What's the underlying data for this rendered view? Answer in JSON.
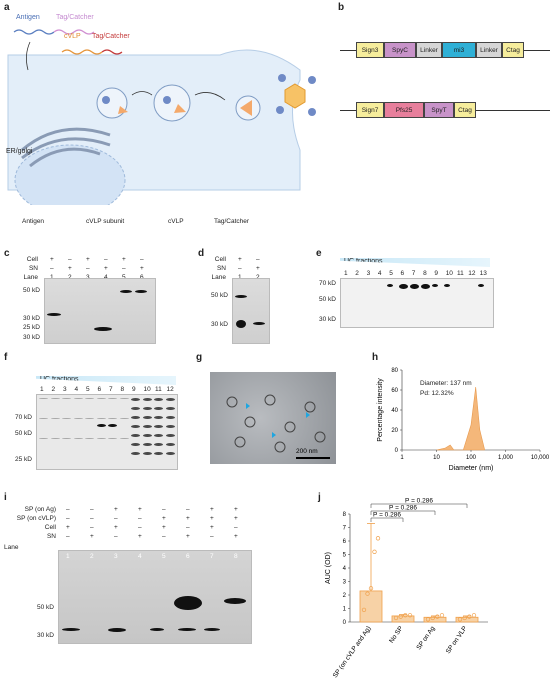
{
  "panels": {
    "a": {
      "label": "a",
      "antigen": "Antigen",
      "tag_catcher_1": "Tag/Catcher",
      "cvlp": "cVLP",
      "tag_catcher_2": "Tag/Catcher",
      "er_golgi": "ER/golgi",
      "legend": [
        "Antigen",
        "cVLP subunit",
        "cVLP",
        "Tag/Catcher"
      ]
    },
    "b": {
      "label": "b",
      "construct1": [
        "Sign3",
        "SpyC",
        "Linker",
        "mi3",
        "Linker",
        "Ctag"
      ],
      "construct2": [
        "Sign7",
        "Pfs25",
        "SpyT",
        "Ctag"
      ]
    },
    "c": {
      "label": "c",
      "cell_label": "Cell",
      "sn_label": "SN",
      "lane_label": "Lane",
      "cell_row": [
        "+",
        "–",
        "+",
        "–",
        "+",
        "–"
      ],
      "sn_row": [
        "–",
        "+",
        "–",
        "+",
        "–",
        "+"
      ],
      "lanes": [
        "1",
        "2",
        "3",
        "4",
        "5",
        "6"
      ],
      "markers": [
        "50 kD",
        "30 kD",
        "25 kD",
        "30 kD"
      ]
    },
    "d": {
      "label": "d",
      "cell_label": "Cell",
      "sn_label": "SN",
      "lane_label": "Lane",
      "cell_row": [
        "+",
        "–"
      ],
      "sn_row": [
        "–",
        "+"
      ],
      "lanes": [
        "1",
        "2"
      ],
      "markers": [
        "50 kD",
        "30 kD"
      ]
    },
    "e": {
      "label": "e",
      "uc_title": "UC fractions",
      "fractions": [
        "1",
        "2",
        "3",
        "4",
        "5",
        "6",
        "7",
        "8",
        "9",
        "10",
        "11",
        "12",
        "13"
      ],
      "markers": [
        "70 kD",
        "50 kD",
        "30 kD"
      ]
    },
    "f": {
      "label": "f",
      "uc_title": "UC fractions",
      "fractions": [
        "1",
        "2",
        "3",
        "4",
        "5",
        "6",
        "7",
        "8",
        "9",
        "10",
        "11",
        "12"
      ],
      "markers": [
        "70 kD",
        "50 kD",
        "25 kD"
      ]
    },
    "g": {
      "label": "g",
      "scale_bar": "200 nm"
    },
    "h": {
      "label": "h",
      "annotation_1": "Diameter: 137 nm",
      "annotation_2": "Pd: 12.32%",
      "ylabel": "Percentage intensity",
      "xlabel": "Diameter (nm)",
      "yticks": [
        "0",
        "20",
        "40",
        "60",
        "80"
      ],
      "xticks": [
        "1",
        "10",
        "100",
        "1,000",
        "10,000"
      ]
    },
    "i": {
      "label": "i",
      "rows": [
        {
          "name": "SP (on Ag)",
          "values": [
            "–",
            "–",
            "+",
            "+",
            "–",
            "–",
            "+",
            "+"
          ]
        },
        {
          "name": "SP (on cVLP)",
          "values": [
            "–",
            "–",
            "–",
            "–",
            "+",
            "+",
            "+",
            "+"
          ]
        },
        {
          "name": "Cell",
          "values": [
            "+",
            "–",
            "+",
            "–",
            "+",
            "–",
            "+",
            "–"
          ]
        },
        {
          "name": "SN",
          "values": [
            "–",
            "+",
            "–",
            "+",
            "–",
            "+",
            "–",
            "+"
          ]
        }
      ],
      "lane_label": "Lane",
      "lanes": [
        "1",
        "2",
        "3",
        "4",
        "5",
        "6",
        "7",
        "8"
      ],
      "markers": [
        "50 kD",
        "30 kD"
      ]
    },
    "j": {
      "label": "j",
      "ylabel": "AUC (OD)",
      "yticks": [
        "0",
        "1",
        "2",
        "3",
        "4",
        "5",
        "6",
        "7",
        "8"
      ],
      "pvalues": [
        "P = 0.286",
        "P = 0.286",
        "P = 0.286"
      ],
      "categories": [
        "SP (on cVLP and Ag)",
        "No SP",
        "SP on Ag",
        "SP on VLP"
      ]
    }
  },
  "chart_data": [
    {
      "type": "area",
      "title": "",
      "xlabel": "Diameter (nm)",
      "ylabel": "Percentage intensity",
      "x_scale": "log",
      "xlim": [
        1,
        10000
      ],
      "ylim": [
        0,
        80
      ],
      "x": [
        10,
        18,
        25,
        32,
        60,
        100,
        137,
        180,
        250
      ],
      "values": [
        0,
        2,
        5,
        0,
        0,
        25,
        63,
        20,
        0
      ],
      "annotations": [
        "Diameter: 137 nm",
        "Pd: 12.32%"
      ]
    },
    {
      "type": "bar",
      "title": "",
      "xlabel": "",
      "ylabel": "AUC (OD)",
      "ylim": [
        0,
        8
      ],
      "categories": [
        "SP (on cVLP and Ag)",
        "No SP",
        "SP on Ag",
        "SP on VLP"
      ],
      "values": [
        2.3,
        0.45,
        0.35,
        0.35
      ],
      "error_high": [
        7.3,
        0.55,
        0.45,
        0.45
      ],
      "points": [
        [
          0.9,
          2.1,
          2.5,
          5.2,
          6.2
        ],
        [
          0.3,
          0.4,
          0.5,
          0.5
        ],
        [
          0.2,
          0.3,
          0.4,
          0.5
        ],
        [
          0.2,
          0.3,
          0.4,
          0.5
        ]
      ],
      "significance": [
        "P = 0.286",
        "P = 0.286",
        "P = 0.286"
      ],
      "colors": {
        "bar_fill": "#f7d2a6",
        "bar_stroke": "#f0a04a"
      }
    }
  ]
}
